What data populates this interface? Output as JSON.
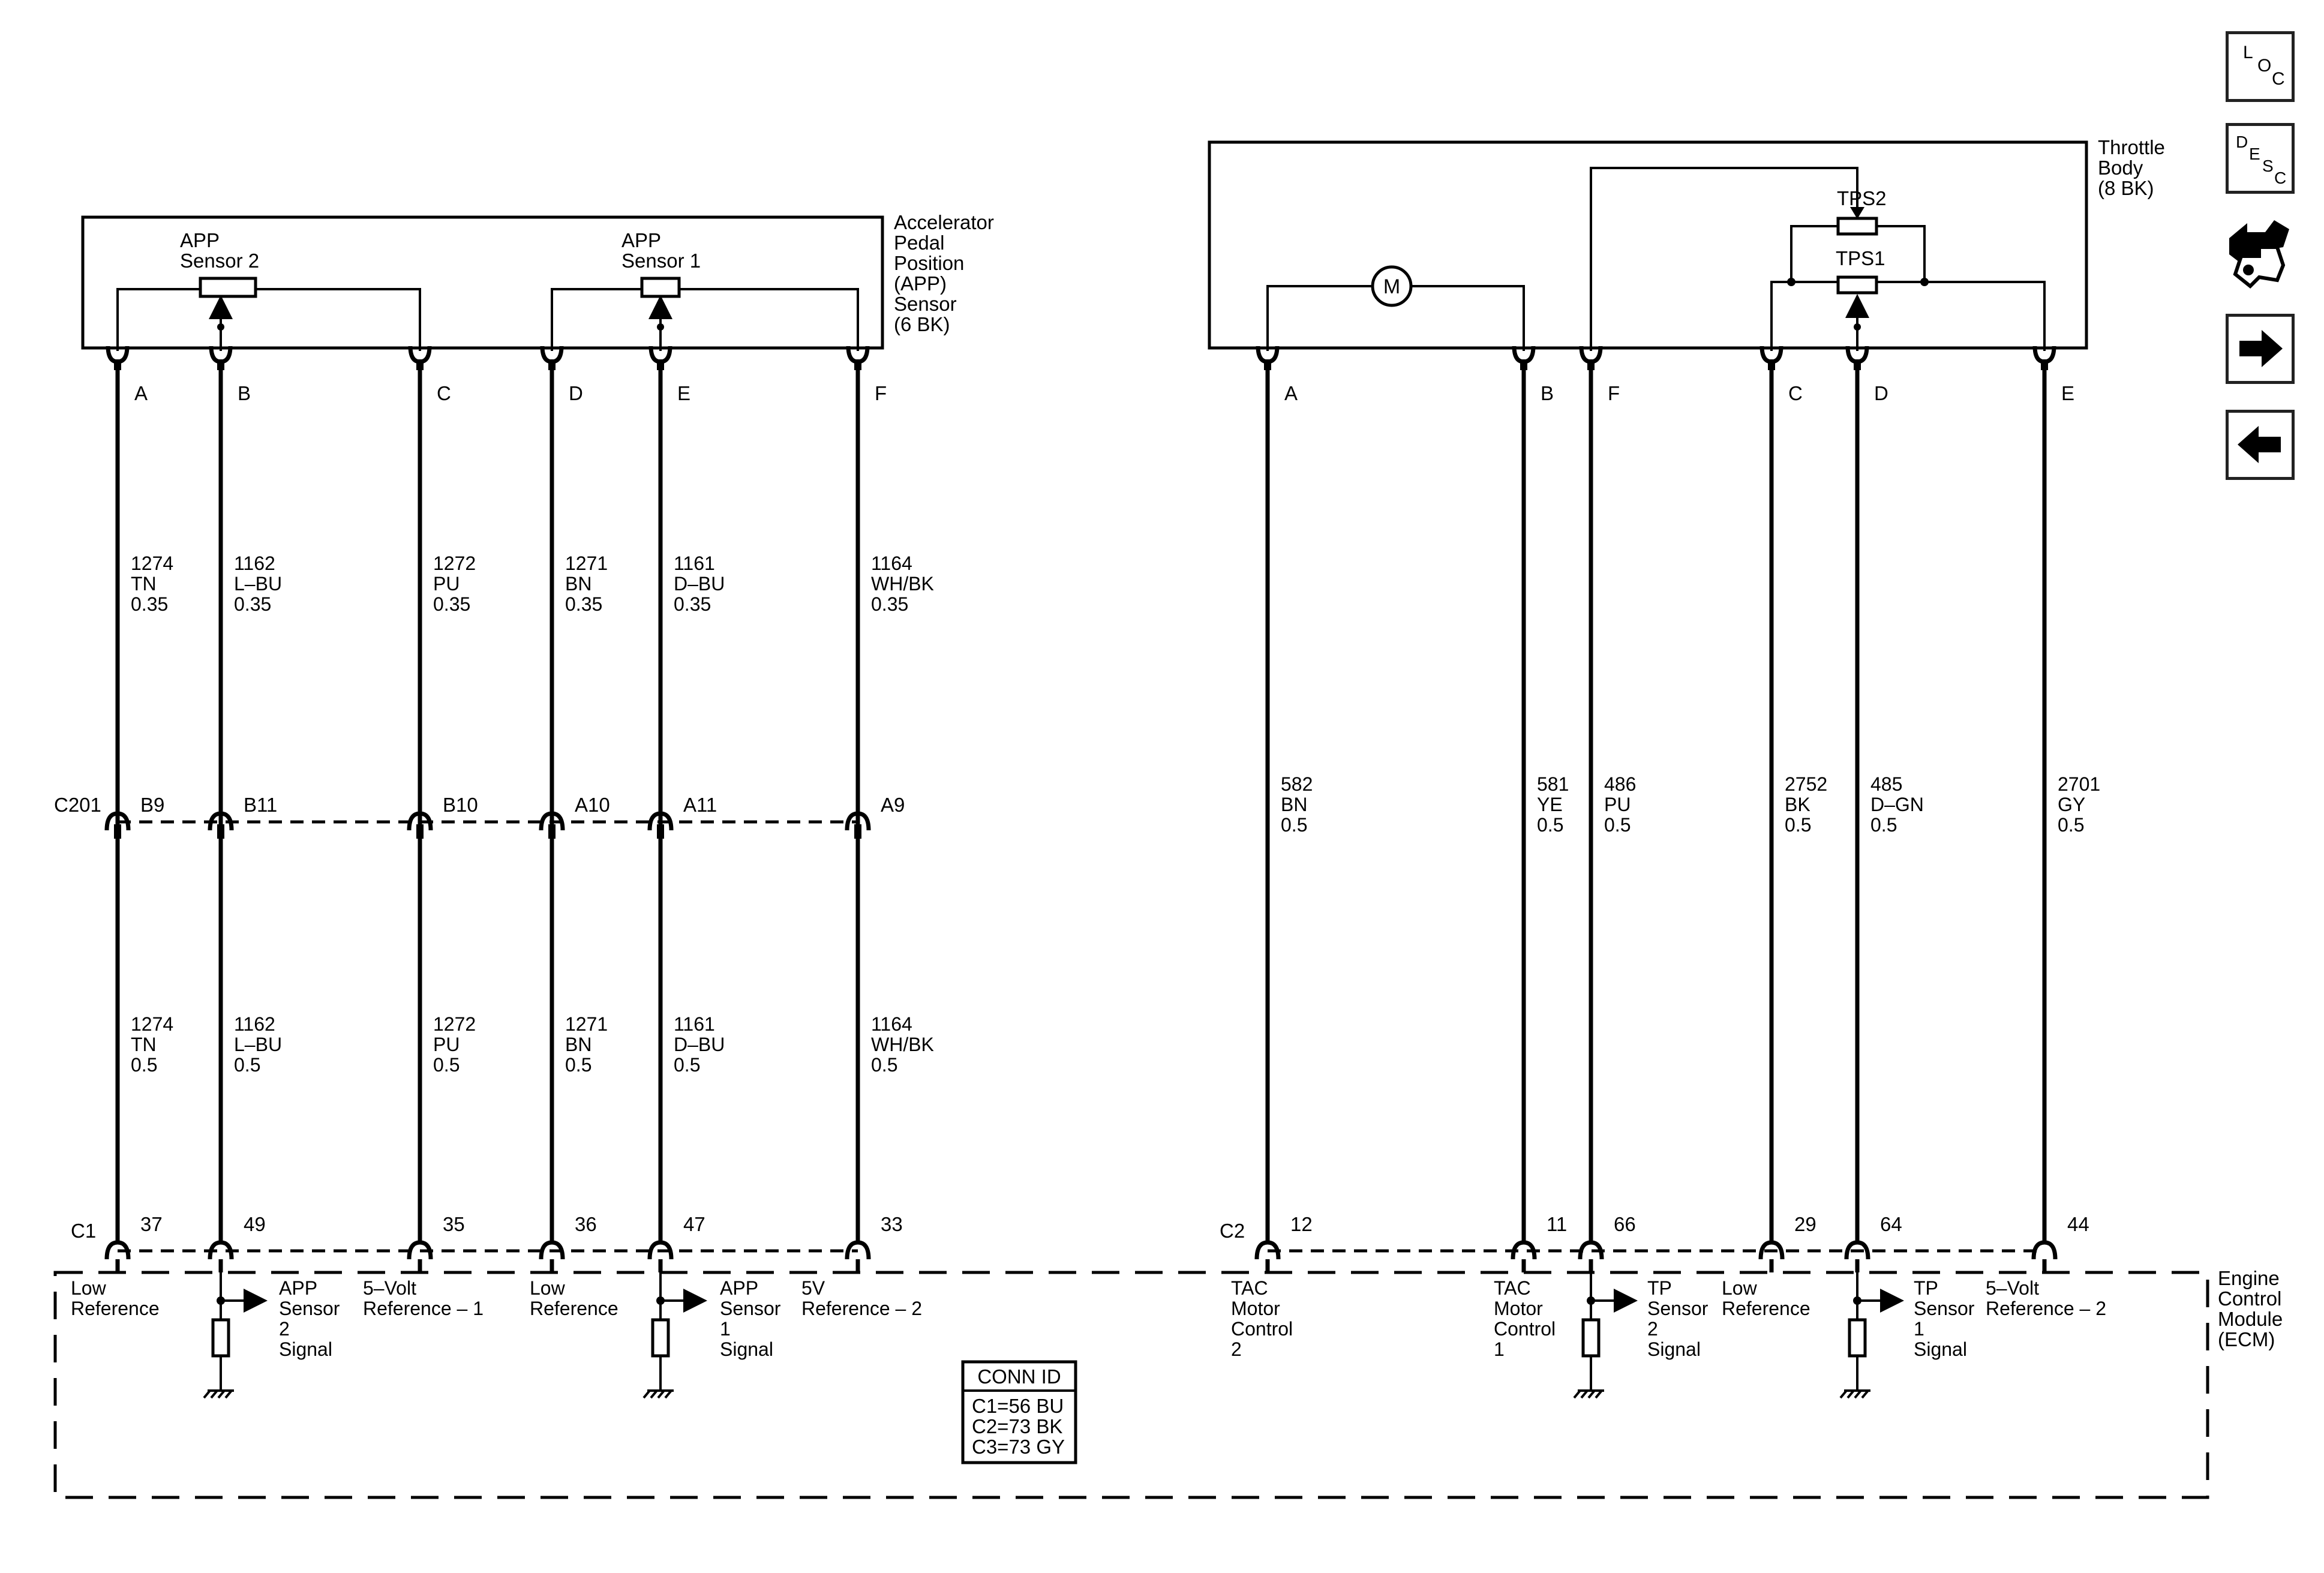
{
  "sidebar": {
    "buttons": [
      {
        "name": "loc-button",
        "icon": "loc-icon",
        "letters": [
          "L",
          "O",
          "C"
        ]
      },
      {
        "name": "desc-button",
        "icon": "desc-icon",
        "letters": [
          "D",
          "E",
          "S",
          "C"
        ]
      },
      {
        "name": "connector-end-view-button",
        "icon": "connector-icon"
      },
      {
        "name": "next-page-button",
        "icon": "arrow-right-icon"
      },
      {
        "name": "previous-page-button",
        "icon": "arrow-left-icon"
      }
    ]
  },
  "app_sensor": {
    "title": [
      "Accelerator",
      "Pedal",
      "Position",
      "(APP)",
      "Sensor",
      "(6 BK)"
    ],
    "sensor2": [
      "APP",
      "Sensor 2"
    ],
    "sensor1": [
      "APP",
      "Sensor 1"
    ]
  },
  "throttle_body": {
    "title": [
      "Throttle",
      "Body",
      "(8 BK)"
    ],
    "tps2": "TPS2",
    "tps1": "TPS1",
    "motor": "M"
  },
  "c201": {
    "id": "C201"
  },
  "ecm": {
    "c1": "C1",
    "c2": "C2",
    "title": [
      "Engine",
      "Control",
      "Module",
      "(ECM)"
    ],
    "conn_id": {
      "header": "CONN ID",
      "lines": [
        "C1=56 BU",
        "C2=73 BK",
        "C3=73 GY"
      ]
    }
  },
  "circuits": [
    {
      "pin": "A",
      "c201": "B9",
      "ecm_pin": "37",
      "upper": [
        "1274",
        "TN",
        "0.35"
      ],
      "lower": [
        "1274",
        "TN",
        "0.5"
      ],
      "func": [
        "Low",
        "Reference"
      ]
    },
    {
      "pin": "B",
      "c201": "B11",
      "ecm_pin": "49",
      "upper": [
        "1162",
        "L–BU",
        "0.35"
      ],
      "lower": [
        "1162",
        "L–BU",
        "0.5"
      ],
      "func": [
        "APP",
        "Sensor",
        "2",
        "Signal"
      ]
    },
    {
      "pin": "C",
      "c201": "B10",
      "ecm_pin": "35",
      "upper": [
        "1272",
        "PU",
        "0.35"
      ],
      "lower": [
        "1272",
        "PU",
        "0.5"
      ],
      "func": [
        "5–Volt",
        "Reference – 1"
      ]
    },
    {
      "pin": "D",
      "c201": "A10",
      "ecm_pin": "36",
      "upper": [
        "1271",
        "BN",
        "0.35"
      ],
      "lower": [
        "1271",
        "BN",
        "0.5"
      ],
      "func": [
        "Low",
        "Reference"
      ]
    },
    {
      "pin": "E",
      "c201": "A11",
      "ecm_pin": "47",
      "upper": [
        "1161",
        "D–BU",
        "0.35"
      ],
      "lower": [
        "1161",
        "D–BU",
        "0.5"
      ],
      "func": [
        "APP",
        "Sensor",
        "1",
        "Signal"
      ]
    },
    {
      "pin": "F",
      "c201": "A9",
      "ecm_pin": "33",
      "upper": [
        "1164",
        "WH/BK",
        "0.35"
      ],
      "lower": [
        "1164",
        "WH/BK",
        "0.5"
      ],
      "func": [
        "5V",
        "Reference – 2"
      ]
    },
    {
      "pin": "A",
      "ecm_pin": "12",
      "wire": [
        "582",
        "BN",
        "0.5"
      ],
      "func": [
        "TAC",
        "Motor",
        "Control",
        "2"
      ]
    },
    {
      "pin": "B",
      "ecm_pin": "11",
      "wire": [
        "581",
        "YE",
        "0.5"
      ],
      "func": [
        "TAC",
        "Motor",
        "Control",
        "1"
      ]
    },
    {
      "pin": "F",
      "ecm_pin": "66",
      "wire": [
        "486",
        "PU",
        "0.5"
      ],
      "func": [
        "TP",
        "Sensor",
        "2",
        "Signal"
      ]
    },
    {
      "pin": "C",
      "ecm_pin": "29",
      "wire": [
        "2752",
        "BK",
        "0.5"
      ],
      "func": [
        "Low",
        "Reference"
      ]
    },
    {
      "pin": "D",
      "ecm_pin": "64",
      "wire": [
        "485",
        "D–GN",
        "0.5"
      ],
      "func": [
        "TP",
        "Sensor",
        "1",
        "Signal"
      ]
    },
    {
      "pin": "E",
      "ecm_pin": "44",
      "wire": [
        "2701",
        "GY",
        "0.5"
      ],
      "func": [
        "5–Volt",
        "Reference – 2"
      ]
    }
  ]
}
